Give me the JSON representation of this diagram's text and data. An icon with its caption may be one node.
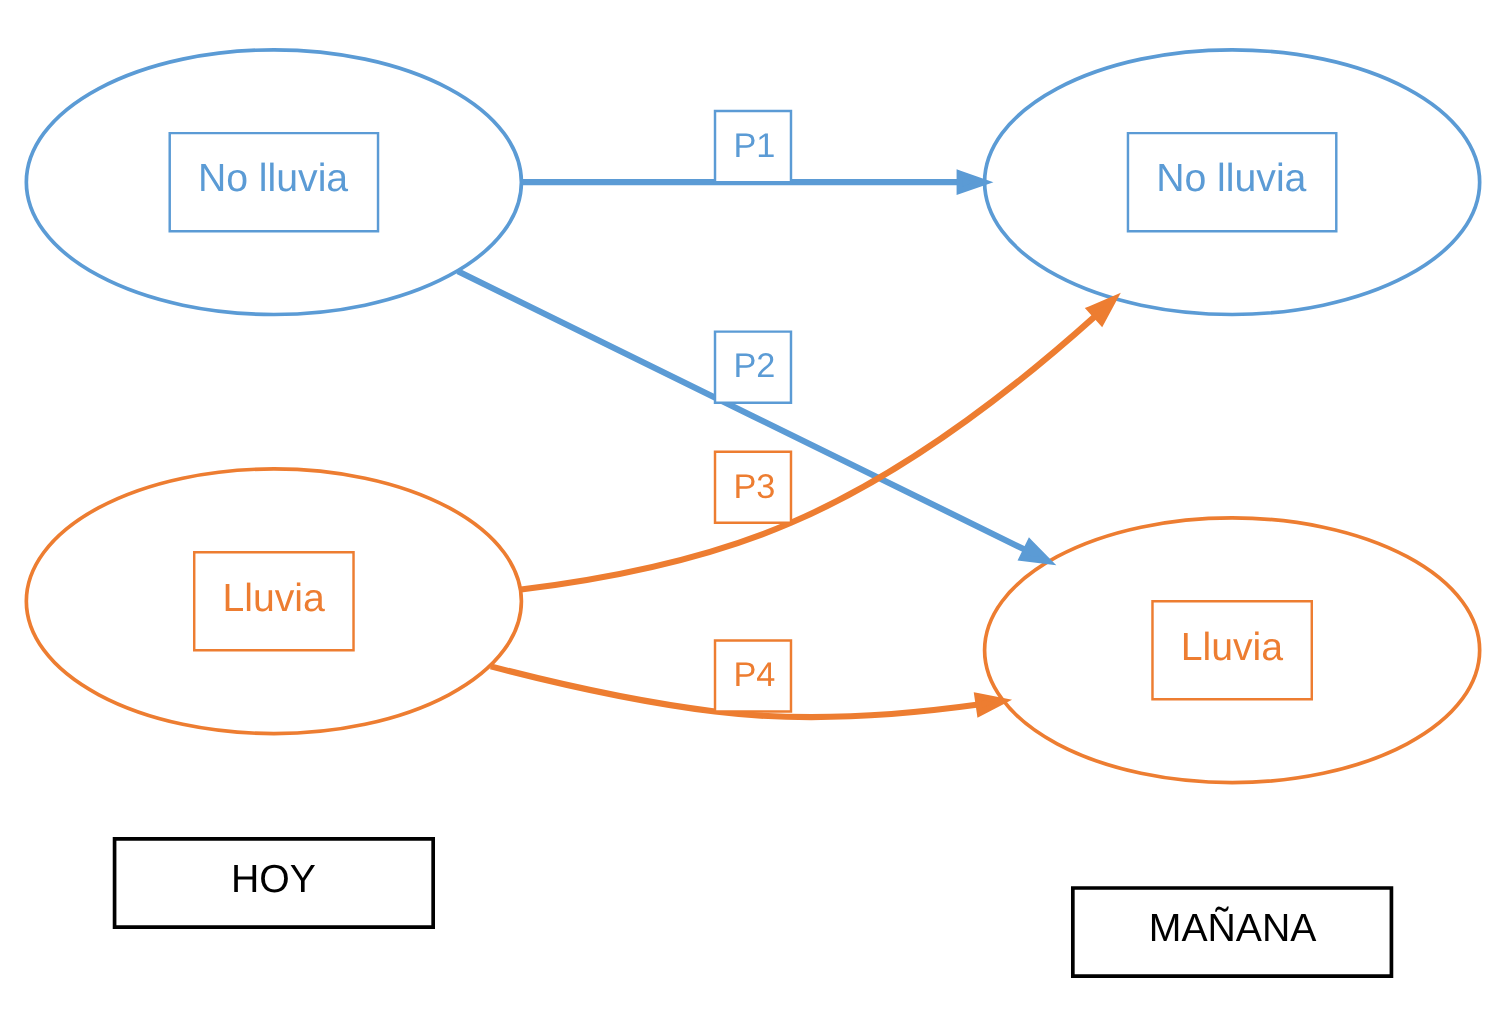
{
  "diagram": {
    "nodes": [
      {
        "text": [
          "HOY"
        ]
      },
      {
        "text": [
          "MAÑANA"
        ]
      },
      {
        "text": [
          "No lluvia"
        ]
      },
      {
        "text": [
          "No lluvia"
        ]
      },
      {
        "text": [
          "Lluvia"
        ]
      },
      {
        "text": [
          "Lluvia"
        ]
      }
    ],
    "edges": [
      {
        "from": 2,
        "to": 3,
        "arrow": "to",
        "label": "P1",
        "color": "#5b9bd5"
      },
      {
        "from": 2,
        "to": 5,
        "arrow": "to",
        "label": "P2",
        "color": "#5b9bd5"
      },
      {
        "from": 4,
        "to": 3,
        "arrow": "to",
        "label": "P3",
        "color": "#ed7d31"
      },
      {
        "from": 4,
        "to": 5,
        "arrow": "to",
        "label": "P4",
        "color": "#ed7d31"
      }
    ]
  }
}
